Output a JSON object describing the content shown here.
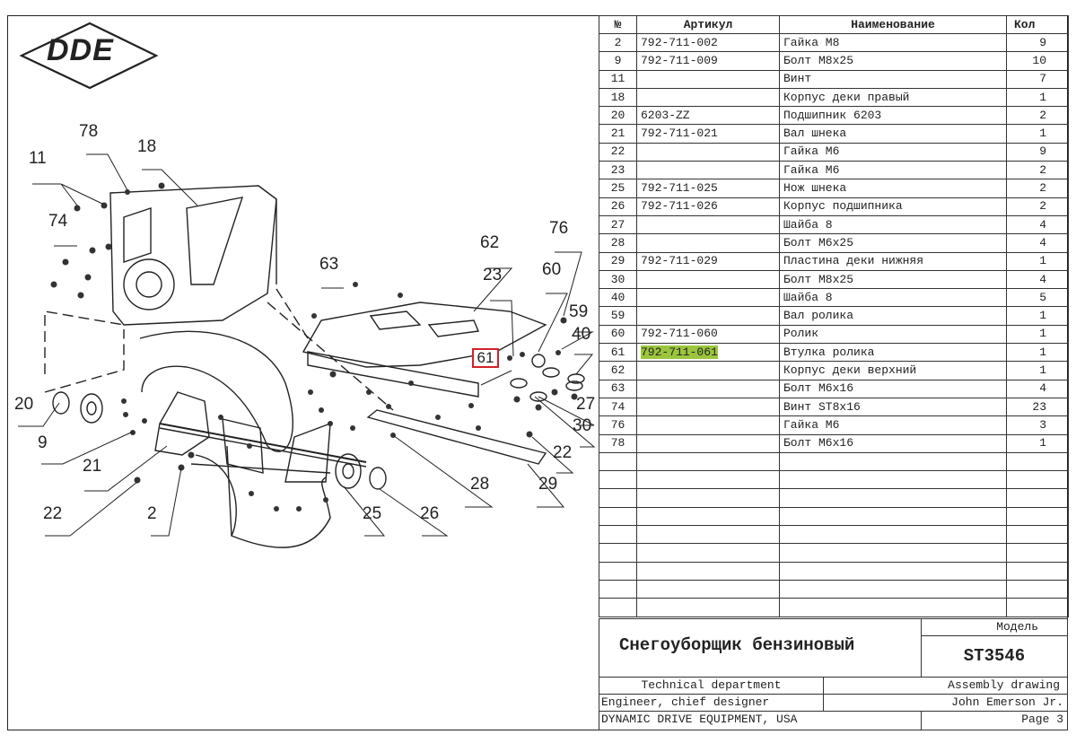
{
  "brand": {
    "logo_text": "DDE"
  },
  "drawing": {
    "callouts": [
      "78",
      "18",
      "11",
      "74",
      "62",
      "76",
      "63",
      "23",
      "60",
      "59",
      "40",
      "61",
      "27",
      "30",
      "22",
      "20",
      "9",
      "21",
      "28",
      "29",
      "22",
      "2",
      "25",
      "26"
    ],
    "highlighted_callout": "61"
  },
  "table": {
    "headers": {
      "num": "№",
      "article": "Артикул",
      "name": "Наименование",
      "qty": "Кол"
    },
    "rows": [
      {
        "num": "2",
        "article": "792-711-002",
        "name": "Гайка М8",
        "qty": "9"
      },
      {
        "num": "9",
        "article": "792-711-009",
        "name": "Болт М8х25",
        "qty": "10"
      },
      {
        "num": "11",
        "article": "",
        "name": "Винт",
        "qty": "7"
      },
      {
        "num": "18",
        "article": "",
        "name": "Корпус деки правый",
        "qty": "1"
      },
      {
        "num": "20",
        "article": "6203-ZZ",
        "name": "Подшипник 6203",
        "qty": "2"
      },
      {
        "num": "21",
        "article": "792-711-021",
        "name": "Вал шнека",
        "qty": "1"
      },
      {
        "num": "22",
        "article": "",
        "name": "Гайка М6",
        "qty": "9"
      },
      {
        "num": "23",
        "article": "",
        "name": "Гайка М6",
        "qty": "2"
      },
      {
        "num": "25",
        "article": "792-711-025",
        "name": "Нож шнека",
        "qty": "2"
      },
      {
        "num": "26",
        "article": "792-711-026",
        "name": "Корпус подшипника",
        "qty": "2"
      },
      {
        "num": "27",
        "article": "",
        "name": "Шайба 8",
        "qty": "4"
      },
      {
        "num": "28",
        "article": "",
        "name": "Болт М6х25",
        "qty": "4"
      },
      {
        "num": "29",
        "article": "792-711-029",
        "name": "Пластина деки нижняя",
        "qty": "1"
      },
      {
        "num": "30",
        "article": "",
        "name": "Болт М8х25",
        "qty": "4"
      },
      {
        "num": "40",
        "article": "",
        "name": "Шайба 8",
        "qty": "5"
      },
      {
        "num": "59",
        "article": "",
        "name": "Вал ролика",
        "qty": "1"
      },
      {
        "num": "60",
        "article": "792-711-060",
        "name": "Ролик",
        "qty": "1"
      },
      {
        "num": "61",
        "article": "792-711-061",
        "name": "Втулка ролика",
        "qty": "1",
        "highlighted": true
      },
      {
        "num": "62",
        "article": "",
        "name": "Корпус деки верхний",
        "qty": "1"
      },
      {
        "num": "63",
        "article": "",
        "name": "Болт М6х16",
        "qty": "4"
      },
      {
        "num": "74",
        "article": "",
        "name": "Винт ST8x16",
        "qty": "23"
      },
      {
        "num": "76",
        "article": "",
        "name": "Гайка М6",
        "qty": "3"
      },
      {
        "num": "78",
        "article": "",
        "name": "Болт М6х16",
        "qty": "1"
      }
    ],
    "empty_rows": 9
  },
  "title_block": {
    "model_label": "Модель",
    "product_name": "Снегоуборщик бензиновый",
    "model": "ST3546",
    "department": "Technical department",
    "drawing_type": "Assembly drawing",
    "role": "Engineer, chief designer",
    "engineer": "John Emerson Jr.",
    "company": "DYNAMIC DRIVE EQUIPMENT, USA",
    "page": "Page 3"
  },
  "colors": {
    "highlight": "#9bc53d",
    "callout_box": "#d3212b",
    "line": "#222222"
  }
}
